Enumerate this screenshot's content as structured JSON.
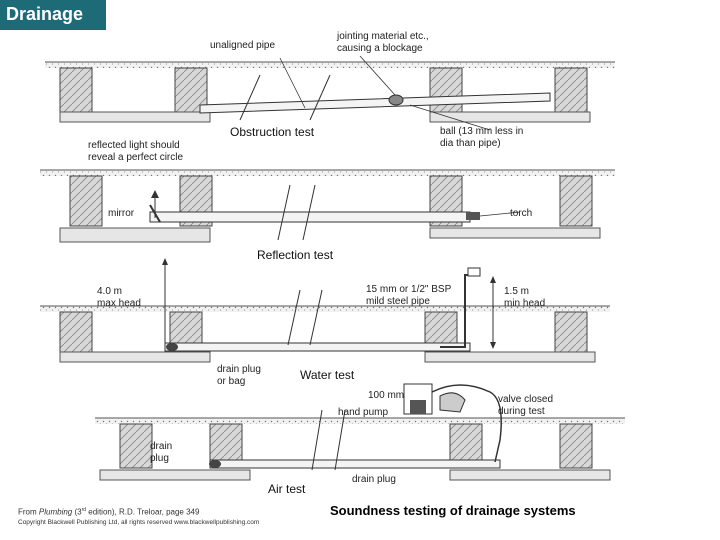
{
  "header": {
    "title": "Drainage"
  },
  "panel1": {
    "heading": "Obstruction test",
    "label_unaligned": "unaligned pipe",
    "label_jointing_line1": "jointing material etc.,",
    "label_jointing_line2": "causing a blockage",
    "label_ball_line1": "ball (13 mm less in",
    "label_ball_line2": "dia than pipe)"
  },
  "panel2": {
    "heading": "Reflection test",
    "label_reflected_line1": "reflected light should",
    "label_reflected_line2": "reveal a perfect circle",
    "label_mirror": "mirror",
    "label_torch": "torch"
  },
  "panel3": {
    "heading": "Water test",
    "label_maxhead_line1": "4.0 m",
    "label_maxhead_line2": "max head",
    "label_pipe_line1": "15 mm or 1/2\" BSP",
    "label_pipe_line2": "mild steel pipe",
    "label_minhead_line1": "1.5 m",
    "label_minhead_line2": "min head",
    "label_drainplug_line1": "drain plug",
    "label_drainplug_line2": "or bag"
  },
  "panel4": {
    "heading": "Air test",
    "label_100mm": "100 mm",
    "label_handpump": "hand pump",
    "label_valve_line1": "valve closed",
    "label_valve_line2": "during test",
    "label_drain_line1": "drain",
    "label_drain_line2": "plug",
    "label_drainplug_bottom": "drain plug"
  },
  "footer": {
    "credit_prefix": "From ",
    "credit_book": "Plumbing",
    "credit_edition_pre": " (3",
    "credit_edition_sup": "rd",
    "credit_edition_post": " edition), R.D. Treloar, page 349",
    "copyright": "Copyright Blackwell Publishing Ltd, all rights reserved www.blackwellpublishing.com",
    "caption": "Soundness testing of drainage systems"
  }
}
